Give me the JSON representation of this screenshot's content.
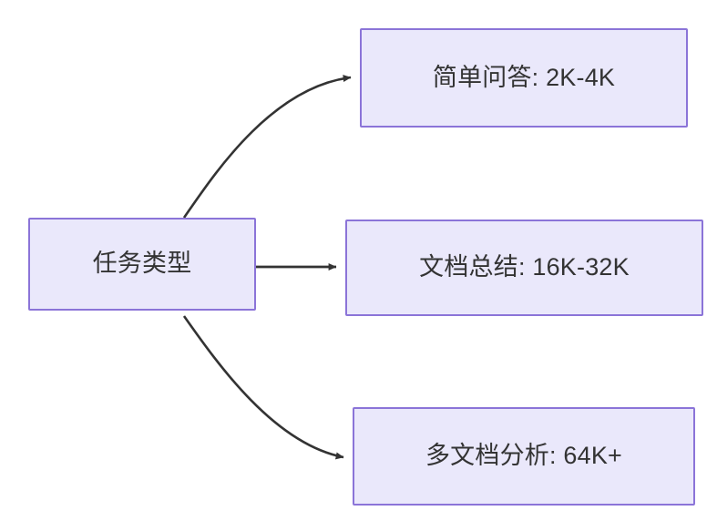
{
  "diagram": {
    "type": "flowchart",
    "direction": "left-to-right",
    "theme": {
      "node_fill": "#eae8fb",
      "node_border": "#8b74d8",
      "text_color": "#333333",
      "edge_color": "#333333",
      "background": "#ffffff"
    },
    "nodes": [
      {
        "id": "root",
        "label": "任务类型",
        "role": "source"
      },
      {
        "id": "simple-qa",
        "label": "简单问答: 2K-4K",
        "role": "target"
      },
      {
        "id": "doc-summary",
        "label": "文档总结: 16K-32K",
        "role": "target"
      },
      {
        "id": "multi-doc",
        "label": "多文档分析: 64K+",
        "role": "target"
      }
    ],
    "edges": [
      {
        "id": "edge-root-simple-qa",
        "from": "root",
        "to": "simple-qa",
        "label": "",
        "style": "curved",
        "arrowhead": "filled-triangle"
      },
      {
        "id": "edge-root-doc-summary",
        "from": "root",
        "to": "doc-summary",
        "label": "",
        "style": "straight",
        "arrowhead": "filled-triangle"
      },
      {
        "id": "edge-root-multi-doc",
        "from": "root",
        "to": "multi-doc",
        "label": "",
        "style": "curved",
        "arrowhead": "filled-triangle"
      }
    ]
  }
}
